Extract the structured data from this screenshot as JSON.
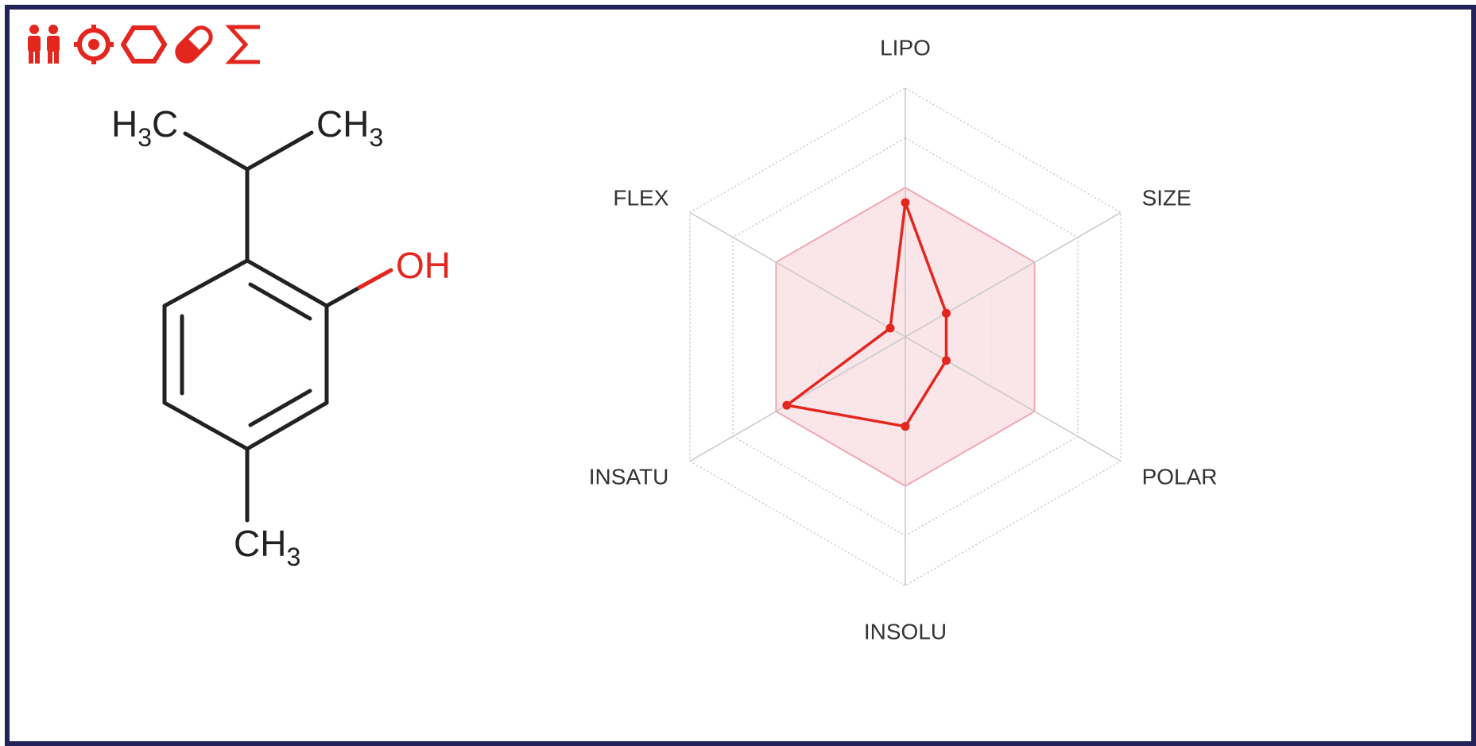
{
  "toolbar": {
    "items": [
      {
        "name": "druglikeness",
        "icon": "people-icon"
      },
      {
        "name": "target",
        "icon": "target-icon"
      },
      {
        "name": "ring",
        "icon": "hexagon-icon"
      },
      {
        "name": "pill",
        "icon": "pill-icon"
      },
      {
        "name": "sum",
        "icon": "sigma-icon"
      }
    ],
    "color": "#e3261e"
  },
  "molecule": {
    "labels": {
      "top_left_methyl": {
        "main": "H",
        "sub": "3",
        "tail": "C"
      },
      "top_right_methyl": {
        "main": "CH",
        "sub": "3"
      },
      "hydroxyl": "OH",
      "bottom_methyl": {
        "main": "CH",
        "sub": "3"
      }
    },
    "bond_color": "#222222",
    "hetero_color": "#e3261e"
  },
  "chart_data": {
    "type": "radar",
    "axes": [
      "LIPO",
      "SIZE",
      "POLAR",
      "INSOLU",
      "INSATU",
      "FLEX"
    ],
    "series": [
      {
        "values": [
          0.54,
          0.19,
          0.19,
          0.36,
          0.55,
          0.07
        ]
      }
    ],
    "optimal_range": [
      0.0,
      0.6
    ],
    "scale_levels": 5,
    "colors": {
      "series": "#e3261e",
      "optimal_fill": "#f9e0e4",
      "optimal_stroke": "#f2a9b4",
      "grid": "#c9c9c9"
    }
  }
}
